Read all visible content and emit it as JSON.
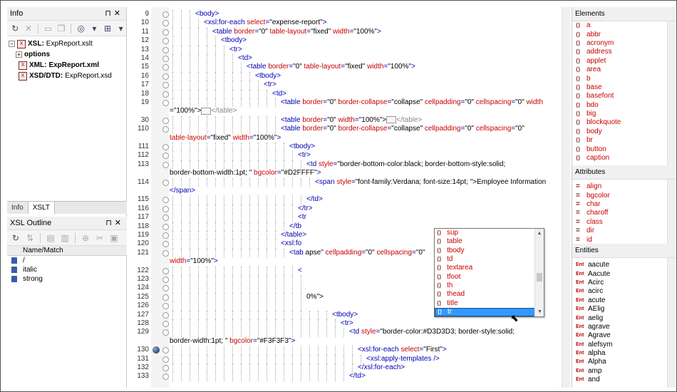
{
  "info_pane": {
    "title": "Info",
    "tree": [
      {
        "label": "XSL:",
        "value": "ExpReport.xslt"
      },
      {
        "label": "options",
        "value": ""
      },
      {
        "label": "XML:",
        "value": "ExpReport.xml"
      },
      {
        "label": "XSD/DTD:",
        "value": "ExpReport.xsd"
      }
    ],
    "tabs": [
      "Info",
      "XSLT"
    ]
  },
  "outline_pane": {
    "title": "XSL Outline",
    "column_header": "Name/Match",
    "items": [
      "/",
      "italic",
      "strong"
    ]
  },
  "editor": {
    "lines": [
      {
        "n": "9",
        "indent": 3,
        "code": [
          [
            "tag",
            "<body>"
          ]
        ]
      },
      {
        "n": "10",
        "indent": 4,
        "code": [
          [
            "tag",
            "<xsl:for-each "
          ],
          [
            "attr",
            "select"
          ],
          [
            "tag",
            "="
          ],
          [
            "txt",
            "\"expense-report\""
          ],
          [
            "tag",
            ">"
          ]
        ]
      },
      {
        "n": "11",
        "indent": 5,
        "code": [
          [
            "tag",
            "<table "
          ],
          [
            "attr",
            "border"
          ],
          [
            "tag",
            "="
          ],
          [
            "txt",
            "\"0\" "
          ],
          [
            "attr",
            "table-layout"
          ],
          [
            "tag",
            "="
          ],
          [
            "txt",
            "\"fixed\" "
          ],
          [
            "attr",
            "width"
          ],
          [
            "tag",
            "="
          ],
          [
            "txt",
            "\"100%\""
          ],
          [
            "tag",
            ">"
          ]
        ]
      },
      {
        "n": "12",
        "indent": 6,
        "code": [
          [
            "tag",
            "<tbody>"
          ]
        ]
      },
      {
        "n": "13",
        "indent": 7,
        "code": [
          [
            "tag",
            "<tr>"
          ]
        ]
      },
      {
        "n": "14",
        "indent": 8,
        "code": [
          [
            "tag",
            "<td>"
          ]
        ]
      },
      {
        "n": "15",
        "indent": 9,
        "code": [
          [
            "tag",
            "<table "
          ],
          [
            "attr",
            "border"
          ],
          [
            "tag",
            "="
          ],
          [
            "txt",
            "\"0\" "
          ],
          [
            "attr",
            "table-layout"
          ],
          [
            "tag",
            "="
          ],
          [
            "txt",
            "\"fixed\" "
          ],
          [
            "attr",
            "width"
          ],
          [
            "tag",
            "="
          ],
          [
            "txt",
            "\"100%\""
          ],
          [
            "tag",
            ">"
          ]
        ]
      },
      {
        "n": "16",
        "indent": 10,
        "code": [
          [
            "tag",
            "<tbody>"
          ]
        ]
      },
      {
        "n": "17",
        "indent": 11,
        "code": [
          [
            "tag",
            "<tr>"
          ]
        ]
      },
      {
        "n": "18",
        "indent": 12,
        "code": [
          [
            "tag",
            "<td>"
          ]
        ]
      },
      {
        "n": "19",
        "indent": 13,
        "code": [
          [
            "tag",
            "<table "
          ],
          [
            "attr",
            "border"
          ],
          [
            "tag",
            "="
          ],
          [
            "txt",
            "\"0\" "
          ],
          [
            "attr",
            "border-collapse"
          ],
          [
            "tag",
            "="
          ],
          [
            "txt",
            "\"collapse\" "
          ],
          [
            "attr",
            "cellpadding"
          ],
          [
            "tag",
            "="
          ],
          [
            "txt",
            "\"0\" "
          ],
          [
            "attr",
            "cellspacing"
          ],
          [
            "tag",
            "="
          ],
          [
            "txt",
            "\"0\" "
          ],
          [
            "attr",
            "width"
          ]
        ]
      },
      {
        "n": "",
        "indent": 0,
        "code": [
          [
            "txt",
            "=\"100%\">"
          ],
          [
            "ph",
            ""
          ],
          [
            "dim",
            "</table>"
          ]
        ]
      },
      {
        "n": "30",
        "indent": 13,
        "code": [
          [
            "tag",
            "<table "
          ],
          [
            "attr",
            "border"
          ],
          [
            "tag",
            "="
          ],
          [
            "txt",
            "\"0\" "
          ],
          [
            "attr",
            "width"
          ],
          [
            "tag",
            "="
          ],
          [
            "txt",
            "\"100%\">"
          ],
          [
            "ph",
            ""
          ],
          [
            "dim",
            "</table>"
          ]
        ]
      },
      {
        "n": "110",
        "indent": 13,
        "code": [
          [
            "tag",
            "<table "
          ],
          [
            "attr",
            "border"
          ],
          [
            "tag",
            "="
          ],
          [
            "txt",
            "\"0\" "
          ],
          [
            "attr",
            "border-collapse"
          ],
          [
            "tag",
            "="
          ],
          [
            "txt",
            "\"collapse\" "
          ],
          [
            "attr",
            "cellpadding"
          ],
          [
            "tag",
            "="
          ],
          [
            "txt",
            "\"0\" "
          ],
          [
            "attr",
            "cellspacing"
          ],
          [
            "tag",
            "="
          ],
          [
            "txt",
            "\"0\""
          ]
        ]
      },
      {
        "n": "",
        "indent": 0,
        "code": [
          [
            "attr",
            "table-layout"
          ],
          [
            "tag",
            "="
          ],
          [
            "txt",
            "\"fixed\" "
          ],
          [
            "attr",
            "width"
          ],
          [
            "tag",
            "="
          ],
          [
            "txt",
            "\"100%\""
          ],
          [
            "tag",
            ">"
          ]
        ]
      },
      {
        "n": "111",
        "indent": 14,
        "code": [
          [
            "tag",
            "<tbody>"
          ]
        ]
      },
      {
        "n": "112",
        "indent": 15,
        "code": [
          [
            "tag",
            "<tr>"
          ]
        ]
      },
      {
        "n": "113",
        "indent": 16,
        "code": [
          [
            "tag",
            "<td "
          ],
          [
            "attr",
            "style"
          ],
          [
            "tag",
            "="
          ],
          [
            "txt",
            "\"border-bottom-color:black; border-bottom-style:solid;"
          ]
        ]
      },
      {
        "n": "",
        "indent": 0,
        "code": [
          [
            "txt",
            "border-bottom-width:1pt; \" "
          ],
          [
            "attr",
            "bgcolor"
          ],
          [
            "tag",
            "="
          ],
          [
            "txt",
            "\"#D2FFFF\""
          ],
          [
            "tag",
            ">"
          ]
        ]
      },
      {
        "n": "114",
        "indent": 17,
        "code": [
          [
            "tag",
            "<span "
          ],
          [
            "attr",
            "style"
          ],
          [
            "tag",
            "="
          ],
          [
            "txt",
            "\"font-family:Verdana; font-size:14pt; \">Employee Information"
          ]
        ]
      },
      {
        "n": "",
        "indent": 0,
        "code": [
          [
            "tag",
            "</span>"
          ]
        ]
      },
      {
        "n": "115",
        "indent": 16,
        "code": [
          [
            "tag",
            "</td>"
          ]
        ]
      },
      {
        "n": "116",
        "indent": 15,
        "code": [
          [
            "tag",
            "</tr>"
          ]
        ]
      },
      {
        "n": "117",
        "indent": 15,
        "code": [
          [
            "tag",
            "<tr"
          ]
        ]
      },
      {
        "n": "118",
        "indent": 14,
        "code": [
          [
            "tag",
            "</tb"
          ]
        ]
      },
      {
        "n": "119",
        "indent": 13,
        "code": [
          [
            "tag",
            "</table>"
          ]
        ]
      },
      {
        "n": "120",
        "indent": 13,
        "code": [
          [
            "tag",
            "<xsl:fo"
          ]
        ]
      },
      {
        "n": "121",
        "indent": 14,
        "code": [
          [
            "tag",
            "<tab"
          ],
          [
            "txt",
            "                                            apse\" "
          ],
          [
            "attr",
            "cellpadding"
          ],
          [
            "tag",
            "="
          ],
          [
            "txt",
            "\"0\" "
          ],
          [
            "attr",
            "cellspacing"
          ],
          [
            "tag",
            "="
          ],
          [
            "txt",
            "\"0\""
          ]
        ]
      },
      {
        "n": "",
        "indent": 0,
        "code": [
          [
            "attr",
            "width"
          ],
          [
            "tag",
            "="
          ],
          [
            "txt",
            "\"100%\""
          ],
          [
            "tag",
            ">"
          ]
        ]
      },
      {
        "n": "122",
        "indent": 15,
        "code": [
          [
            "tag",
            "<"
          ]
        ]
      },
      {
        "n": "123",
        "indent": 16,
        "code": [
          [
            "txt",
            ""
          ]
        ]
      },
      {
        "n": "124",
        "indent": 16,
        "code": [
          [
            "txt",
            ""
          ]
        ]
      },
      {
        "n": "125",
        "indent": 16,
        "code": [
          [
            "txt",
            "                                   0%\">"
          ]
        ]
      },
      {
        "n": "126",
        "indent": 16,
        "code": [
          [
            "txt",
            ""
          ]
        ]
      },
      {
        "n": "127",
        "indent": 19,
        "code": [
          [
            "tag",
            "<tbody>"
          ]
        ]
      },
      {
        "n": "128",
        "indent": 20,
        "code": [
          [
            "tag",
            "<tr>"
          ]
        ]
      },
      {
        "n": "129",
        "indent": 21,
        "code": [
          [
            "tag",
            "<td "
          ],
          [
            "attr",
            "style"
          ],
          [
            "tag",
            "="
          ],
          [
            "txt",
            "\"border-color:#D3D3D3; border-style:solid;"
          ]
        ]
      },
      {
        "n": "",
        "indent": 0,
        "code": [
          [
            "txt",
            "border-width:1pt; \" "
          ],
          [
            "attr",
            "bgcolor"
          ],
          [
            "tag",
            "="
          ],
          [
            "txt",
            "\"#F3F3F3\""
          ],
          [
            "tag",
            ">"
          ]
        ]
      },
      {
        "n": "130",
        "indent": 22,
        "code": [
          [
            "tag",
            "<xsl:for-each "
          ],
          [
            "attr",
            "select"
          ],
          [
            "tag",
            "="
          ],
          [
            "txt",
            "\"First\""
          ],
          [
            "tag",
            ">"
          ]
        ]
      },
      {
        "n": "131",
        "indent": 23,
        "code": [
          [
            "tag",
            "<xsl:apply-templates />"
          ]
        ]
      },
      {
        "n": "132",
        "indent": 22,
        "code": [
          [
            "tag",
            "</xsl:for-each>"
          ]
        ]
      },
      {
        "n": "133",
        "indent": 21,
        "code": [
          [
            "tag",
            "</td>"
          ]
        ]
      }
    ]
  },
  "autocomplete": {
    "items": [
      "sup",
      "table",
      "tbody",
      "td",
      "textarea",
      "tfoot",
      "th",
      "thead",
      "title",
      "tr"
    ],
    "selected": "tr"
  },
  "elements_pane": {
    "title": "Elements",
    "items": [
      "a",
      "abbr",
      "acronym",
      "address",
      "applet",
      "area",
      "b",
      "base",
      "basefont",
      "bdo",
      "big",
      "blockquote",
      "body",
      "br",
      "button",
      "caption"
    ]
  },
  "attributes_pane": {
    "title": "Attributes",
    "items": [
      "align",
      "bgcolor",
      "char",
      "charoff",
      "class",
      "dir",
      "id"
    ]
  },
  "entities_pane": {
    "title": "Entities",
    "items": [
      "aacute",
      "Aacute",
      "Acirc",
      "acirc",
      "acute",
      "AElig",
      "aelig",
      "agrave",
      "Agrave",
      "alefsym",
      "alpha",
      "Alpha",
      "amp",
      "and"
    ]
  }
}
